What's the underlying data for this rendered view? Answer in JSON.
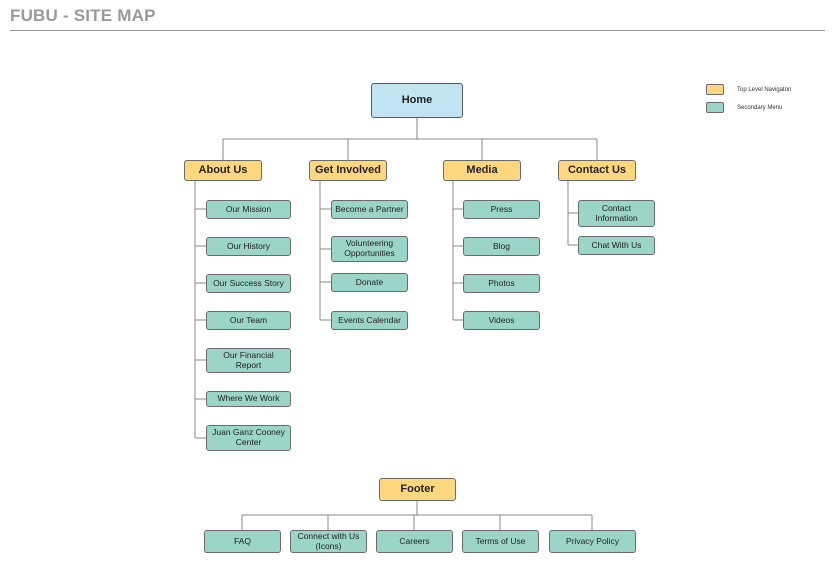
{
  "title": "FUBU - SITE MAP",
  "legend": {
    "top_level": "Top Level Navigaton",
    "secondary": "Secondary Menu",
    "top_level_color": "#ffd77f",
    "secondary_color": "#9ad5c8"
  },
  "home": "Home",
  "sections": [
    {
      "label": "About Us",
      "items": [
        "Our Mission",
        "Our History",
        "Our Success Story",
        "Our Team",
        "Our Financial Report",
        "Where We Work",
        "Juan Ganz Cooney Center"
      ]
    },
    {
      "label": "Get Involved",
      "items": [
        "Become a Partner",
        "Volunteering Opportunities",
        "Donate",
        "Events Calendar"
      ]
    },
    {
      "label": "Media",
      "items": [
        "Press",
        "Blog",
        "Photos",
        "Videos"
      ]
    },
    {
      "label": "Contact Us",
      "items": [
        "Contact Information",
        "Chat With Us"
      ]
    }
  ],
  "footer": {
    "label": "Footer",
    "items": [
      "FAQ",
      "Connect with Us (Icons)",
      "Careers",
      "Terms of Use",
      "Privacy Policy"
    ]
  }
}
